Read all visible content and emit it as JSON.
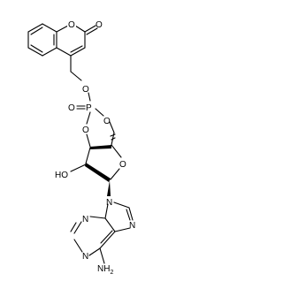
{
  "diagram": {
    "type": "chemical-structure",
    "atoms": {
      "coumarin_ring_o": "O",
      "coumarin_carbonyl_o": "O",
      "phosphate_ester_o": "O",
      "phosphorus": "P",
      "phosphoryl_o": "O",
      "phosphate_o3": "O",
      "phosphate_o5": "O",
      "furanose_o": "O",
      "hydroxyl": "HO",
      "purine_n9": "N",
      "purine_n7": "N",
      "purine_n3": "N",
      "purine_n1": "N",
      "amine": "NH",
      "amine_subscript": "2"
    },
    "wedge_color": "#000000",
    "bond_color": "#000000"
  }
}
